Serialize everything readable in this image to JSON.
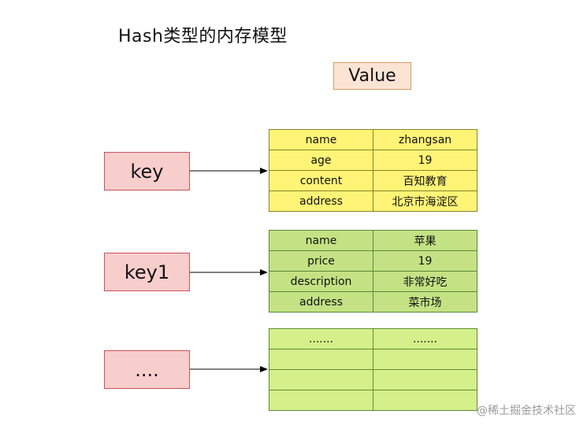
{
  "title": "Hash类型的内存模型",
  "value_label": "Value",
  "keys": [
    "key",
    "key1",
    "...."
  ],
  "tables": [
    {
      "rows": [
        [
          "name",
          "zhangsan"
        ],
        [
          "age",
          "19"
        ],
        [
          "content",
          "百知教育"
        ],
        [
          "address",
          "北京市海淀区"
        ]
      ]
    },
    {
      "rows": [
        [
          "name",
          "苹果"
        ],
        [
          "price",
          "19"
        ],
        [
          "description",
          "非常好吃"
        ],
        [
          "address",
          "菜市场"
        ]
      ]
    },
    {
      "rows": [
        [
          ".......",
          "......."
        ],
        [
          "",
          ""
        ],
        [
          "",
          ""
        ],
        [
          "",
          ""
        ]
      ]
    }
  ],
  "colors": {
    "key_fill": "#f8cecc",
    "value_fill": "#fce4d4",
    "table1_fill": "#fff476",
    "table2_fill": "#c4e284",
    "table3_fill": "#d5ef8a"
  },
  "watermark": "@稀土掘金技术社区"
}
